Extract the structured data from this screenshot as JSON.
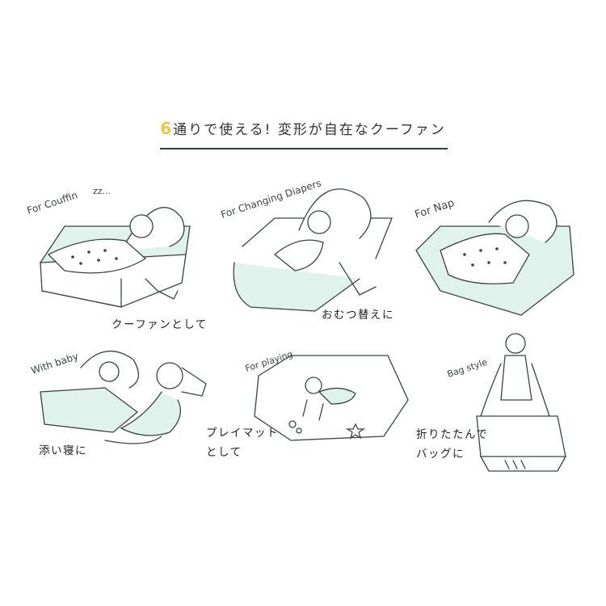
{
  "header": {
    "number": "6",
    "title": "通りで使える! 変形が自在なクーファン"
  },
  "panels": [
    {
      "tag": "For Couffin",
      "extra": "zz...",
      "caption": "クーファンとして"
    },
    {
      "tag": "For Changing Diapers",
      "caption": "おむつ替えに"
    },
    {
      "tag": "For Nap",
      "caption": ""
    },
    {
      "tag": "With baby",
      "caption": "添い寝に"
    },
    {
      "tag": "For playing",
      "caption_line1": "プレイマット",
      "caption_line2": "として"
    },
    {
      "tag": "Bag style",
      "caption_line1": "折りたたんで",
      "caption_line2": "バッグに"
    }
  ],
  "colors": {
    "line": "#3a4444",
    "mint": "#dff2ec",
    "accent": "#e8c640"
  }
}
